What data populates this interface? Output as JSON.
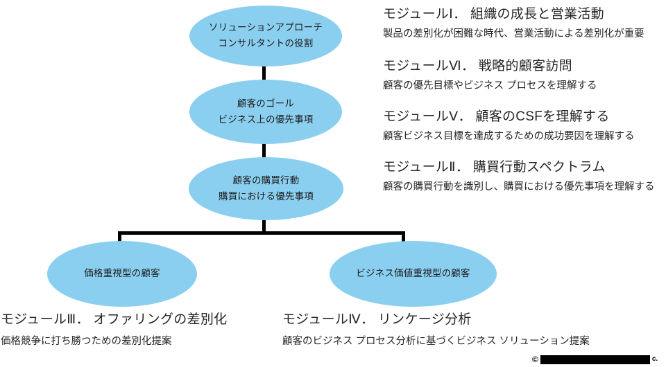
{
  "diagram": {
    "node_fill_color": "#8BCFF0",
    "connector_color": "#000000",
    "nodes": {
      "solution_approach": {
        "lines": [
          "ソリューションアプローチ",
          "コンサルタントの役割"
        ]
      },
      "customer_goal": {
        "lines": [
          "顧客のゴール",
          "ビジネス上の優先事項"
        ]
      },
      "buying_behavior": {
        "lines": [
          "顧客の購買行動",
          "購買における優先事項"
        ]
      },
      "price_focused": {
        "lines": [
          "価格重視型の顧客"
        ]
      },
      "value_focused": {
        "lines": [
          "ビジネス価値重視型の顧客"
        ]
      }
    }
  },
  "modules": {
    "module_1": {
      "title": "モジュールⅠ． 組織の成長と営業活動",
      "description": "製品の差別化が困難な時代、営業活動による差別化が重要"
    },
    "module_6": {
      "title": "モジュールⅥ． 戦略的顧客訪問",
      "description": "顧客の優先目標やビジネス プロセスを理解する"
    },
    "module_5": {
      "title": "モジュールⅤ． 顧客のCSFを理解する",
      "description": "顧客ビジネス目標を達成するための成功要因を理解する"
    },
    "module_2": {
      "title": "モジュールⅡ． 購買行動スペクトラム",
      "description": "顧客の購買行動を識別し、購買における優先事項を理解する"
    },
    "module_3": {
      "title": "モジュールⅢ． オファリングの差別化",
      "description": "価格競争に打ち勝つための差別化提案"
    },
    "module_4": {
      "title": "モジュールⅣ． リンケージ分析",
      "description": "顧客のビジネス プロセス分析に基づくビジネス ソリューション提案"
    }
  },
  "footer": {
    "copyright_mark": "©",
    "redacted_text": "",
    "visible_suffix": "c."
  }
}
